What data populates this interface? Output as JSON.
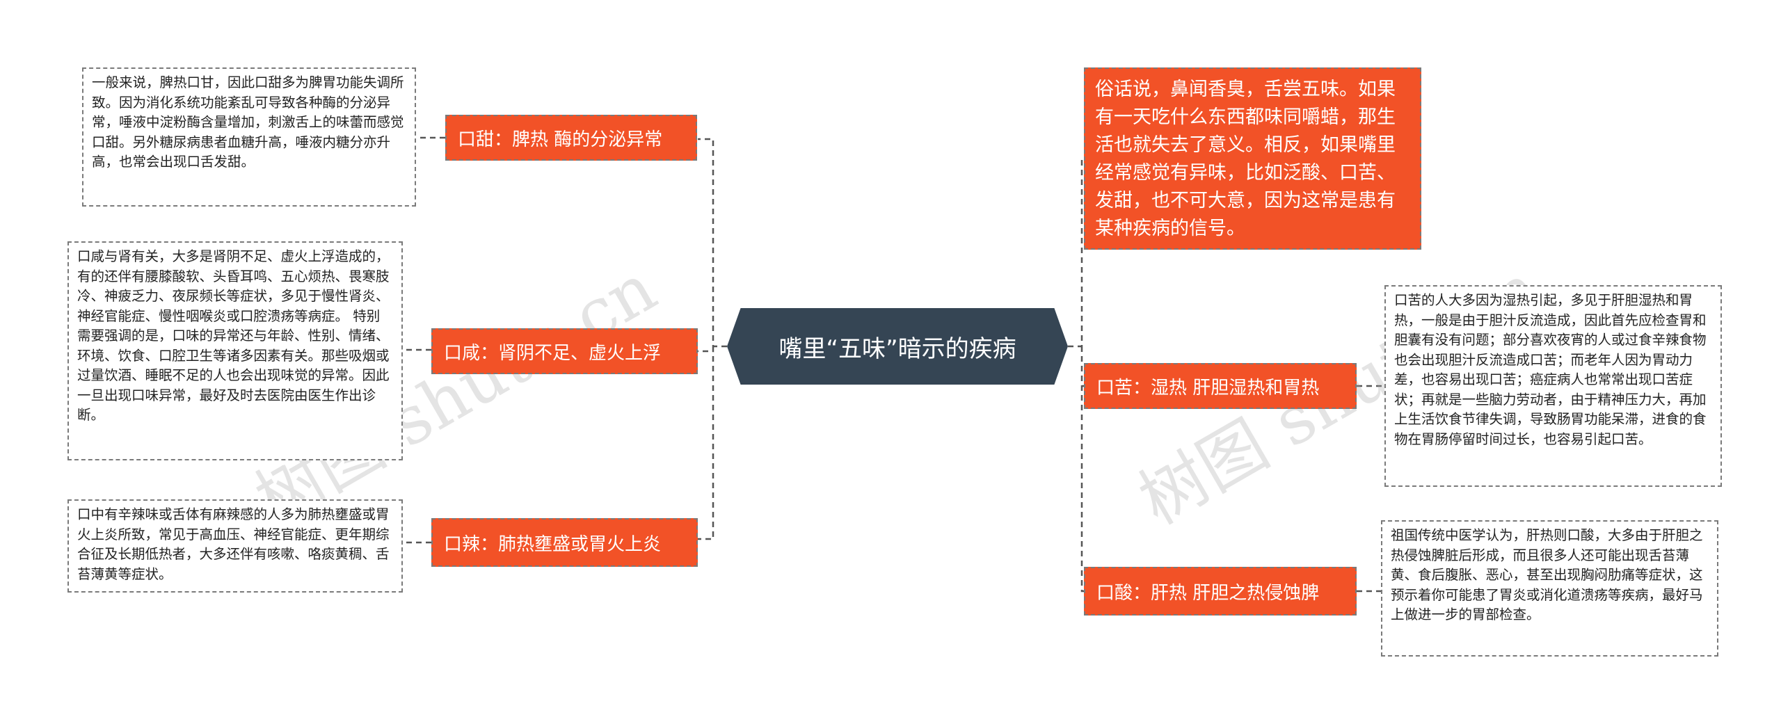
{
  "center": {
    "label": "嘴里“五味”暗示的疾病"
  },
  "intro": "俗话说，鼻闻香臭，舌尝五味。如果有一天吃什么东西都味同嚼蜡，那生活也就失去了意义。相反，如果嘴里经常感觉有异味，比如泛酸、口苦、发甜，也不可大意，因为这常是患有某种疾病的信号。",
  "left_branches": [
    {
      "label": "口甜：脾热 酶的分泌异常",
      "detail": "一般来说，脾热口甘，因此口甜多为脾胃功能失调所致。因为消化系统功能紊乱可导致各种酶的分泌异常，唾液中淀粉酶含量增加，刺激舌上的味蕾而感觉口甜。另外糖尿病患者血糖升高，唾液内糖分亦升高，也常会出现口舌发甜。"
    },
    {
      "label": "口咸：肾阴不足、虚火上浮",
      "detail": "口咸与肾有关，大多是肾阴不足、虚火上浮造成的，有的还伴有腰膝酸软、头昏耳鸣、五心烦热、畏寒肢冷、神疲乏力、夜尿频长等症状，多见于慢性肾炎、神经官能症、慢性咽喉炎或口腔溃疡等病症。 特别需要强调的是，口味的异常还与年龄、性别、情绪、环境、饮食、口腔卫生等诸多因素有关。那些吸烟或过量饮酒、睡眠不足的人也会出现味觉的异常。因此一旦出现口味异常，最好及时去医院由医生作出诊断。"
    },
    {
      "label": "口辣：肺热壅盛或胃火上炎",
      "detail": "口中有辛辣味或舌体有麻辣感的人多为肺热壅盛或胃火上炎所致，常见于高血压、神经官能症、更年期综合征及长期低热者，大多还伴有咳嗽、咯痰黄稠、舌苔薄黄等症状。"
    }
  ],
  "right_branches": [
    {
      "label": "口苦：湿热 肝胆湿热和胃热",
      "detail": "口苦的人大多因为湿热引起，多见于肝胆湿热和胃热，一般是由于胆汁反流造成，因此首先应检查胃和胆囊有没有问题；部分喜欢夜宵的人或过食辛辣食物也会出现胆汁反流造成口苦；而老年人因为胃动力差，也容易出现口苦；癌症病人也常常出现口苦症状；再就是一些脑力劳动者，由于精神压力大，再加上生活饮食节律失调，导致肠胃功能呆滞，进食的食物在胃肠停留时间过长，也容易引起口苦。"
    },
    {
      "label": "口酸：肝热 肝胆之热侵蚀脾",
      "detail": "祖国传统中医学认为，肝热则口酸，大多由于肝胆之热侵蚀脾脏后形成，而且很多人还可能出现舌苔薄黄、食后腹胀、恶心，甚至出现胸闷肋痛等症状，这预示着你可能患了胃炎或消化道溃疡等疾病，最好马上做进一步的胃部检查。"
    }
  ],
  "watermarks": [
    "树图 shutu.cn",
    "树图 shutu.cn"
  ],
  "colors": {
    "center_bg": "#354554",
    "branch_bg": "#f25227",
    "connector": "#555555"
  }
}
